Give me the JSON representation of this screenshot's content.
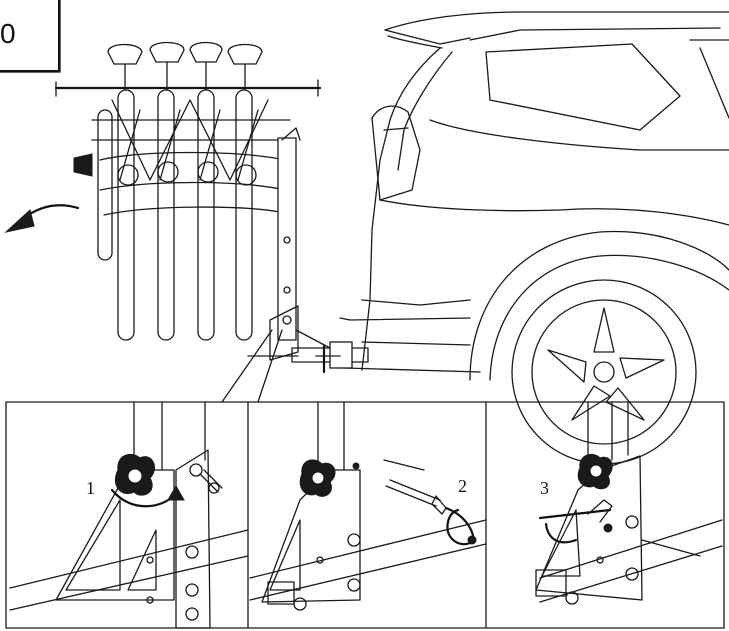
{
  "step_label": "0",
  "panels": [
    {
      "callout": "1"
    },
    {
      "callout": "2"
    },
    {
      "callout": "3"
    }
  ]
}
